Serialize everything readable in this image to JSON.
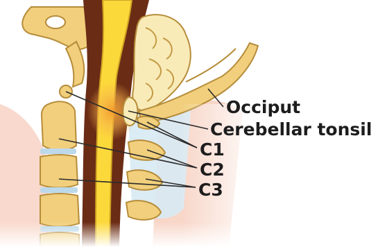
{
  "labels": {
    "occiput": "Occiput",
    "cerebellar_tonsil": "Cerebellar tonsil",
    "c1": "C1",
    "c2": "C2",
    "c3": "C3"
  },
  "colors": {
    "bone": "#f1cf7c",
    "bone_outline": "#b68c3a",
    "spinal_cord": "#fcd93b",
    "cord_outline": "#cfa321",
    "dura": "#6b2c15",
    "cerebellum": "#f8ebb8",
    "soft_tissue": "#f5c3b2",
    "airway": "#d7e9f2",
    "compression_glow": "#f5a03c",
    "leader_line": "#2a2a2a",
    "label_text": "#1d1d1d"
  }
}
